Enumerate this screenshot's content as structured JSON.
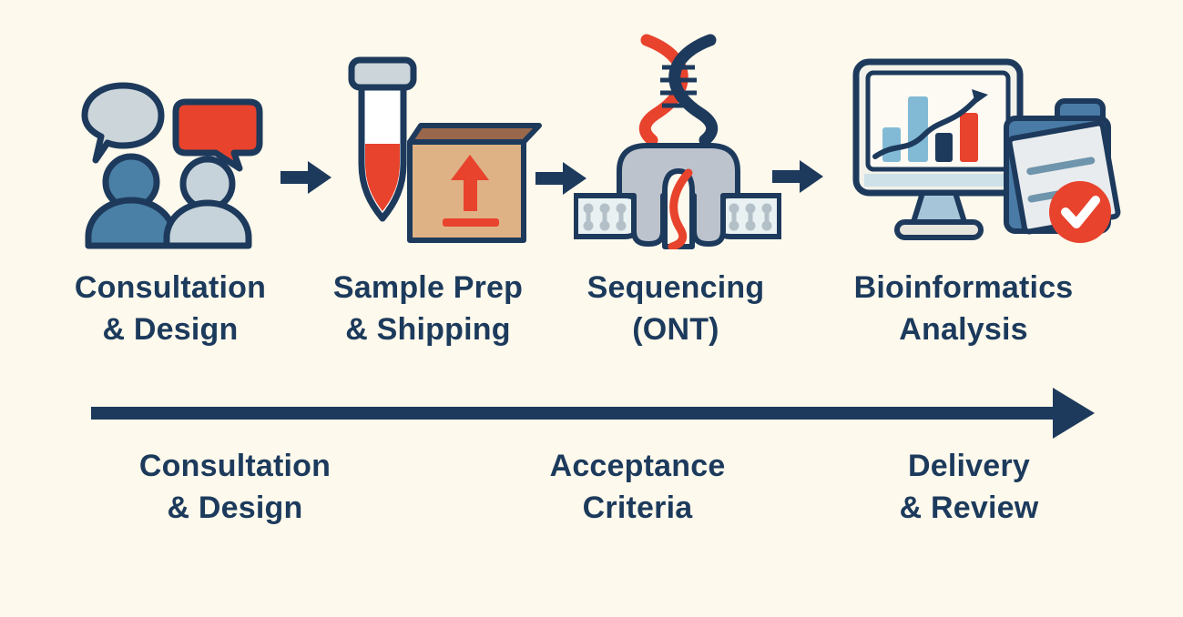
{
  "colors": {
    "background": "#fdf9ec",
    "navy": "#1d3a5c",
    "red": "#e8432d",
    "steel_blue": "#4a80a6",
    "light_blue_gray": "#c6d3da",
    "gray": "#ccd5da",
    "tan": "#dfb286",
    "brown": "#99684c",
    "light_blue": "#82bad5",
    "membrane": "#e9f1f2",
    "pore_gray": "#bdc3cc",
    "folder_blue": "#4a7ba6",
    "document": "#e9ecee",
    "doc_line": "#6f95ad",
    "text": "#1c3a5c"
  },
  "steps": [
    {
      "icon": "consultation-icon",
      "line1": "Consultation",
      "line2": "& Design"
    },
    {
      "icon": "sample-prep-icon",
      "line1": "Sample Prep",
      "line2": "& Shipping"
    },
    {
      "icon": "sequencing-icon",
      "line1": "Sequencing",
      "line2": "(ONT)"
    },
    {
      "icon": "bioinformatics-icon",
      "line1": "Bioinformatics",
      "line2": "Analysis"
    }
  ],
  "flow": {
    "arrow_icon": "right-arrow-icon",
    "arrow_count": 3
  },
  "timeline": {
    "arrow_icon": "timeline-arrow-icon",
    "phases": [
      {
        "line1": "Consultation",
        "line2": "& Design"
      },
      {
        "line1": "Acceptance",
        "line2": "Criteria"
      },
      {
        "line1": "Delivery",
        "line2": "& Review"
      }
    ]
  }
}
